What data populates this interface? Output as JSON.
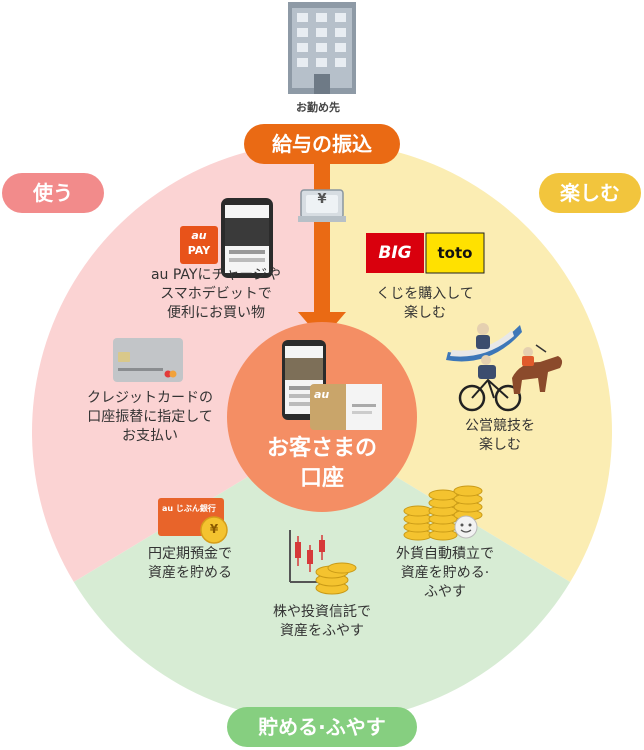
{
  "top": {
    "office_label": "お勤め先",
    "salary_pill": "給与の振込",
    "yen_glyph": "¥"
  },
  "categories": {
    "use": "使う",
    "enjoy": "楽しむ",
    "save": "貯める·ふやす"
  },
  "center": {
    "line1": "お客さまの",
    "line2": "口座",
    "bank_card_brand": "au"
  },
  "use_items": {
    "aupay_logo_top": "au",
    "aupay_logo_bottom": "PAY",
    "aupay_line1": "au PAYにチャージや",
    "aupay_line2": "スマホデビットで",
    "aupay_line3": "便利にお買い物",
    "credit_line1": "クレジットカードの",
    "credit_line2": "口座振替に指定して",
    "credit_line3": "お支払い"
  },
  "enjoy_items": {
    "big_logo": "BIG",
    "toto_logo": "toto",
    "lottery_line1": "くじを購入して",
    "lottery_line2": "楽しむ",
    "race_line1": "公営競技を",
    "race_line2": "楽しむ"
  },
  "save_items": {
    "passbook_label": "au じぶん銀行",
    "yen_coin": "¥",
    "deposit_line1": "円定期預金で",
    "deposit_line2": "資産を貯める",
    "invest_line1": "株や投資信託で",
    "invest_line2": "資産をふやす",
    "fx_line1": "外貨自動積立で",
    "fx_line2": "資産を貯める·",
    "fx_line3": "ふやす"
  },
  "colors": {
    "use_bg": "#fbd3d3",
    "enjoy_bg": "#fbedb3",
    "save_bg": "#d7ecd4",
    "use_pill": "#f28b8b",
    "enjoy_pill": "#f2c53d",
    "save_pill": "#86cf80",
    "salary_pill": "#ea6a14",
    "center": "#f48e64"
  }
}
